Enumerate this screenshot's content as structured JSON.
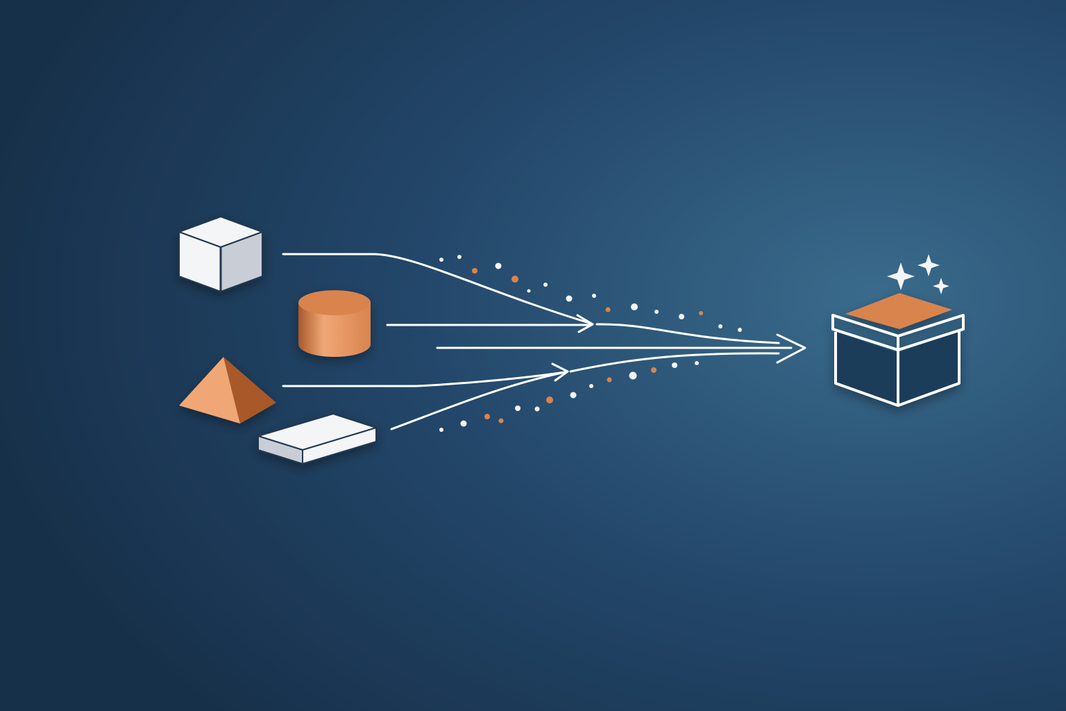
{
  "colors": {
    "background_dark": "#17304a",
    "background_mid": "#23476a",
    "background_glow": "#3a6b8c",
    "line": "#ffffff",
    "accent_orange": "#d9844e",
    "accent_orange_dark": "#a9582c",
    "accent_orange_light": "#f0a775",
    "shape_white": "#f4f5f7",
    "shape_white_shade": "#c9ced6",
    "shape_outline": "#22384f",
    "box_dark": "#1f3c5a"
  },
  "icons": {
    "inputs": [
      "cube-icon",
      "cylinder-icon",
      "pyramid-icon",
      "slab-icon"
    ],
    "output": "box-icon",
    "decorations": [
      "sparkle-icon",
      "particle-dots"
    ]
  },
  "flow": {
    "input_count": 4,
    "merge_count": 1,
    "direction": "left-to-right"
  }
}
